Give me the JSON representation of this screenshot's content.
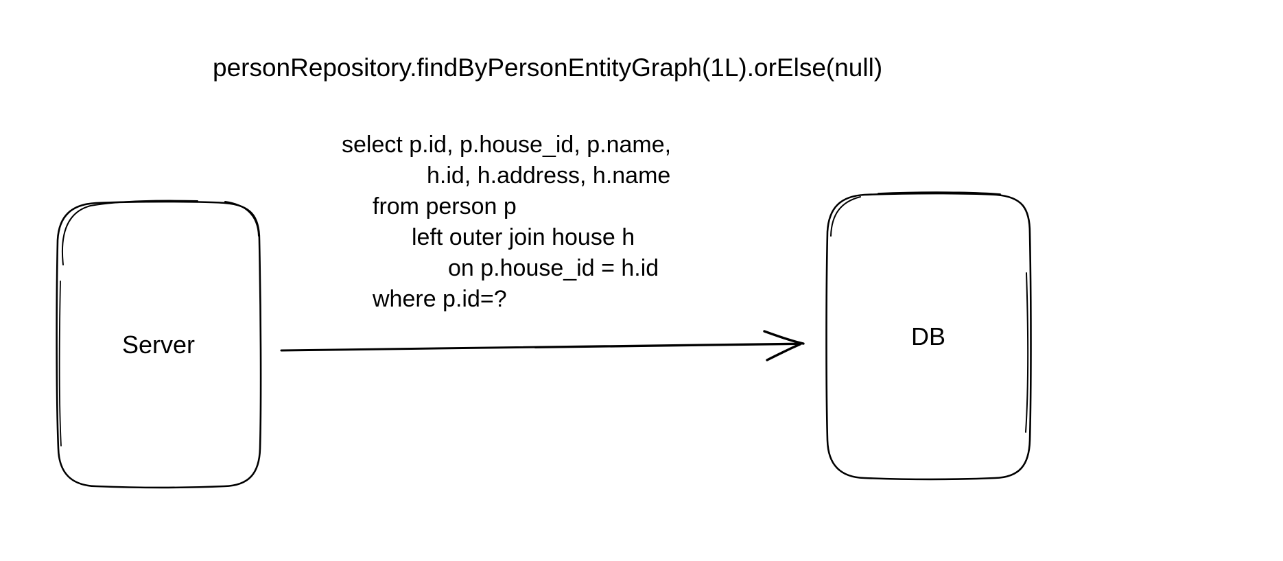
{
  "diagram": {
    "title": "personRepository.findByPersonEntityGraph(1L).orElse(null)",
    "sql": {
      "lines": [
        "select p.id, p.house_id, p.name,",
        "h.id, h.address, h.name",
        "from person p",
        "left outer join house h",
        "on p.house_id = h.id",
        "where p.id=?"
      ]
    },
    "nodes": {
      "server": {
        "label": "Server"
      },
      "db": {
        "label": "DB"
      }
    },
    "connector": {
      "from": "Server",
      "to": "DB",
      "direction": "right"
    },
    "colors": {
      "ink": "#000000",
      "background": "#ffffff"
    }
  }
}
